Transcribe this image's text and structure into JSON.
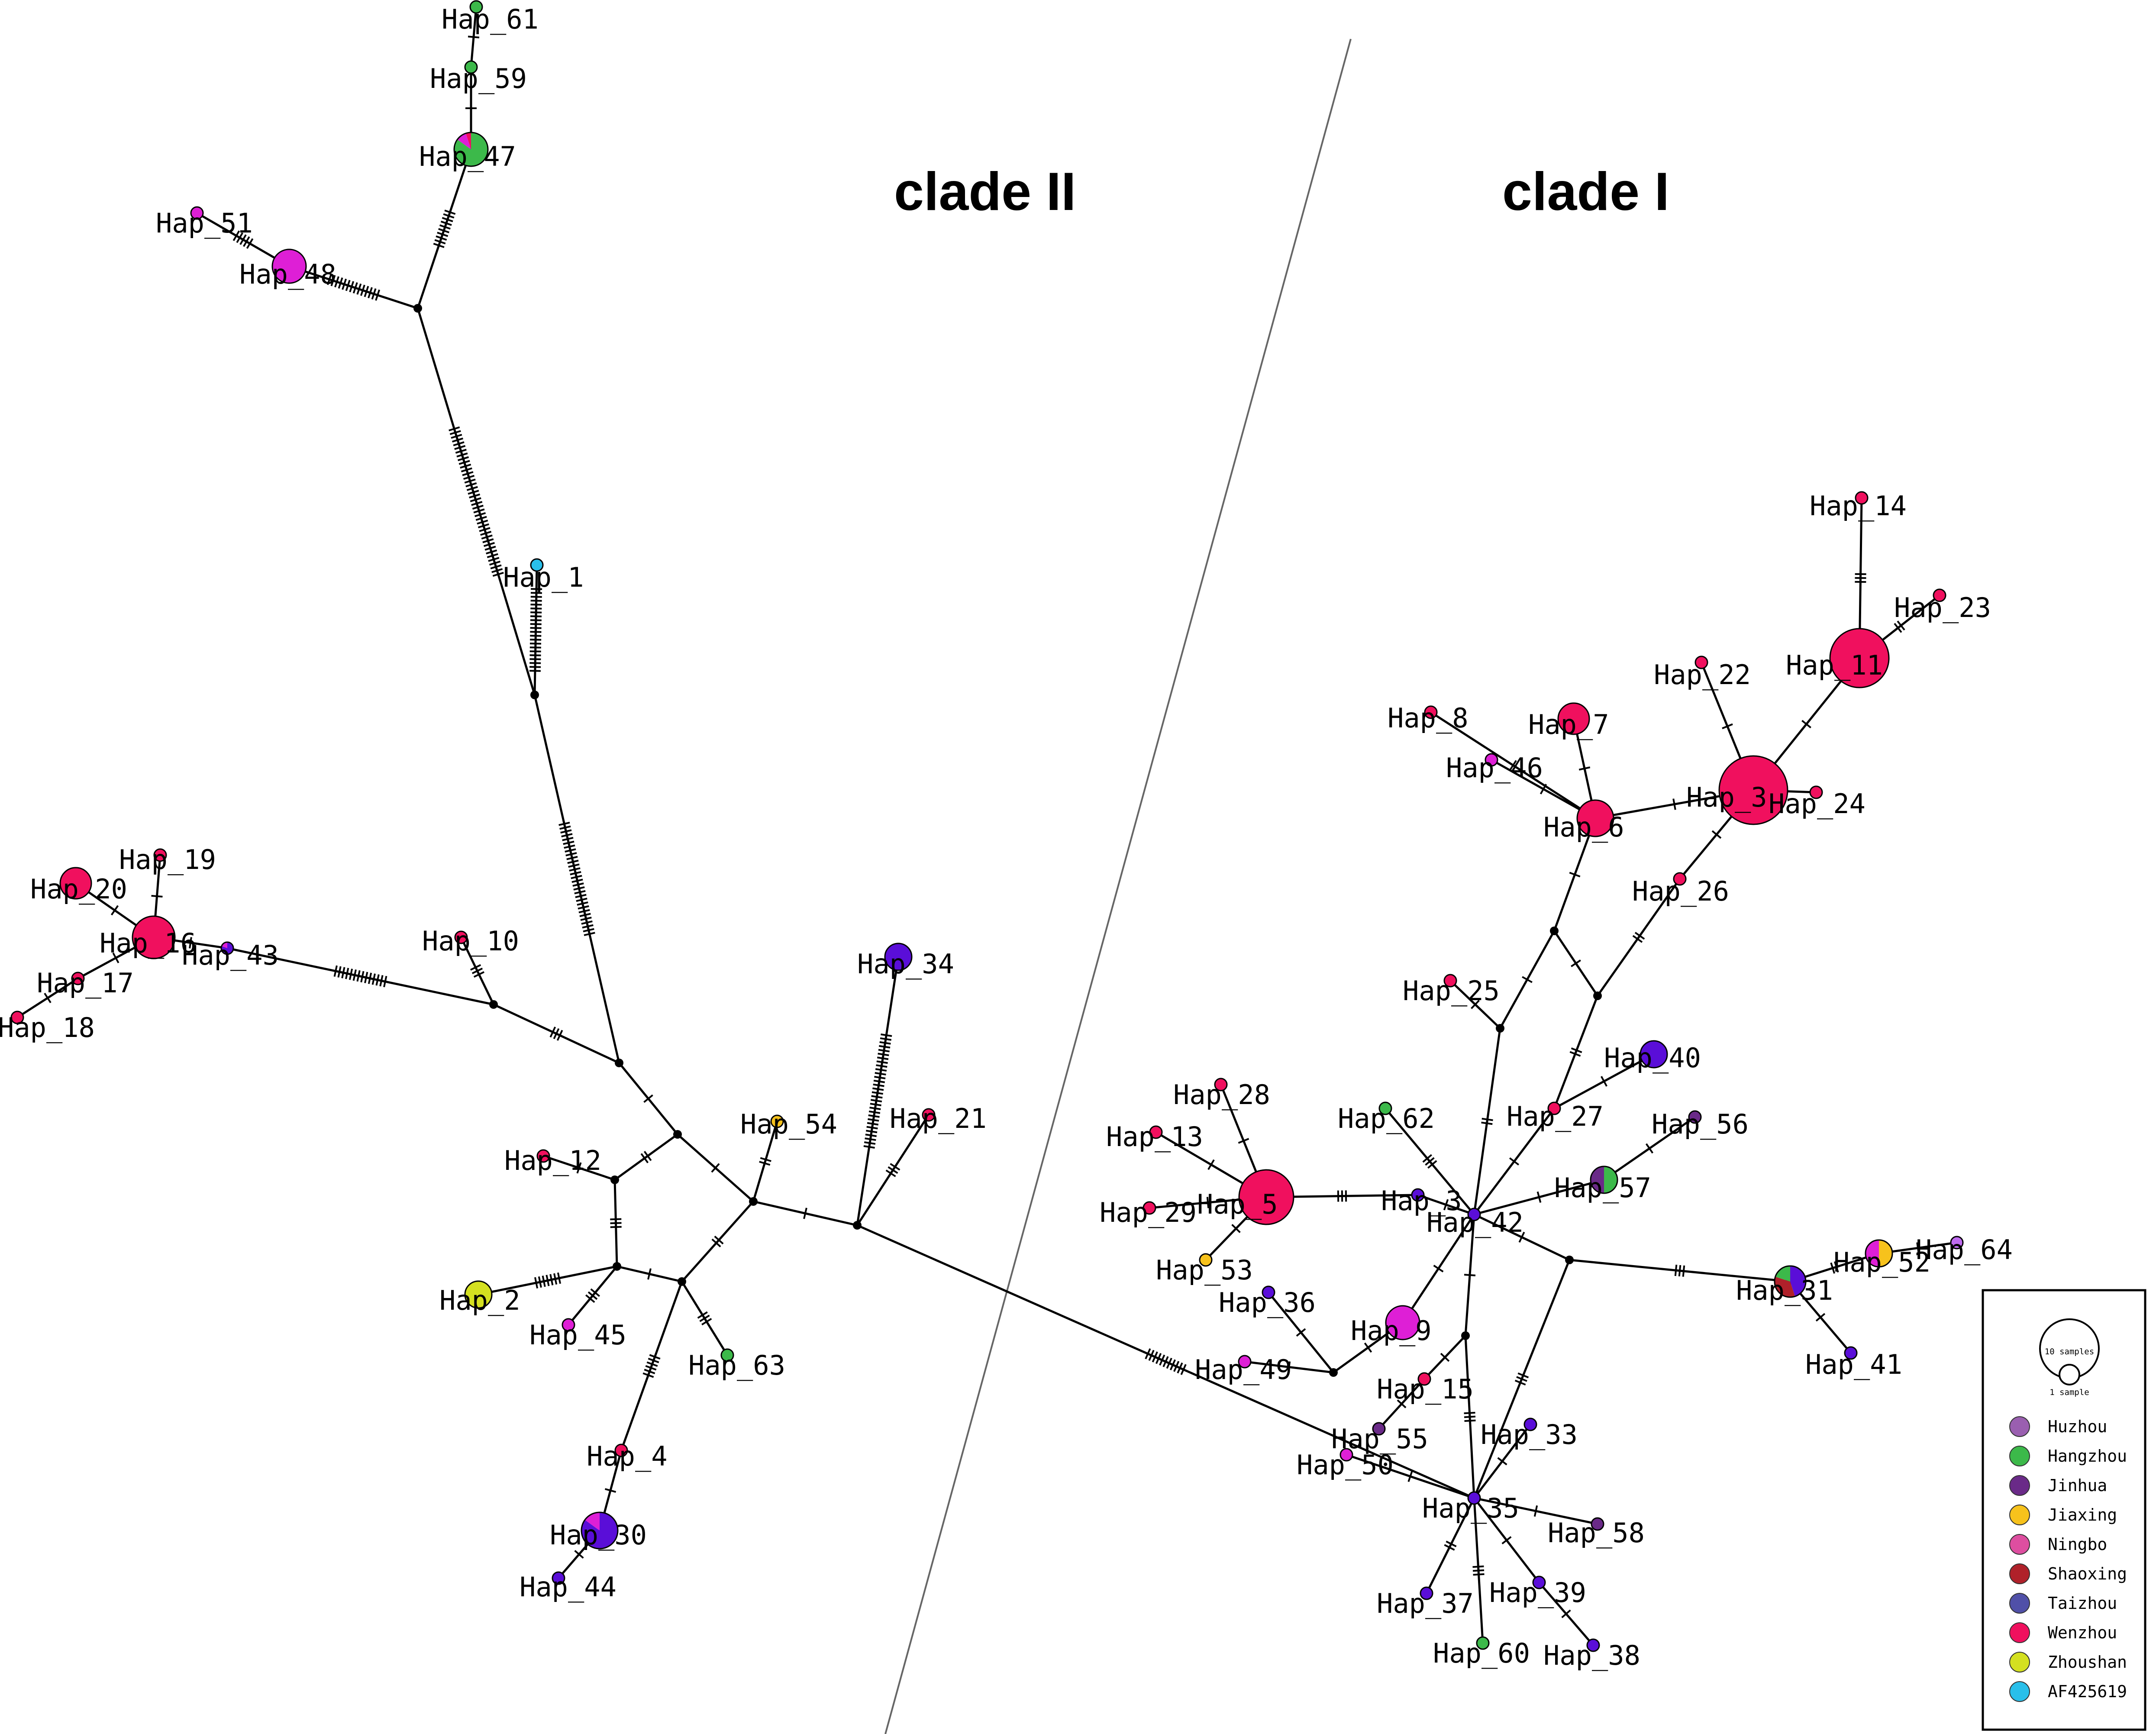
{
  "clade_labels": [
    "clade II",
    "clade I"
  ],
  "legend": {
    "size_labels": [
      "10 samples",
      "1 sample"
    ],
    "items": [
      {
        "label": "Huzhou",
        "color": "#9a5fb0"
      },
      {
        "label": "Hangzhou",
        "color": "#3cb94a"
      },
      {
        "label": "Jinhua",
        "color": "#6a2a88"
      },
      {
        "label": "Jiaxing",
        "color": "#f7c21c"
      },
      {
        "label": "Ningbo",
        "color": "#de4ea0"
      },
      {
        "label": "Shaoxing",
        "color": "#b0212a"
      },
      {
        "label": "Taizhou",
        "color": "#5050a8"
      },
      {
        "label": "Wenzhou",
        "color": "#f0105e"
      },
      {
        "label": "Zhoushan",
        "color": "#d4e020"
      },
      {
        "label": "AF425619",
        "color": "#29bfea"
      }
    ]
  },
  "haplotypes": [
    {
      "id": "Hap_61",
      "label": "Hap_61",
      "n": 1,
      "pie": [
        [
          "#3cb94a",
          1
        ]
      ]
    },
    {
      "id": "Hap_59",
      "label": "Hap_59",
      "n": 1,
      "pie": [
        [
          "#3cb94a",
          1
        ]
      ]
    },
    {
      "id": "Hap_47",
      "label": "Hap_47",
      "n": 4,
      "pie": [
        [
          "#3cb94a",
          0.85
        ],
        [
          "#de1fd6",
          0.1
        ],
        [
          "#f0105e",
          0.05
        ]
      ]
    },
    {
      "id": "Hap_51",
      "label": "Hap_51",
      "n": 1,
      "pie": [
        [
          "#de1fd6",
          1
        ]
      ]
    },
    {
      "id": "Hap_48",
      "label": "Hap_48",
      "n": 4,
      "pie": [
        [
          "#de1fd6",
          1
        ]
      ]
    },
    {
      "id": "Hap_1",
      "label": "Hap_1",
      "n": 1,
      "pie": [
        [
          "#29bfea",
          1
        ]
      ]
    },
    {
      "id": "Hap_20",
      "label": "Hap_20",
      "n": 3,
      "pie": [
        [
          "#f0105e",
          1
        ]
      ]
    },
    {
      "id": "Hap_19",
      "label": "Hap_19",
      "n": 1,
      "pie": [
        [
          "#f0105e",
          1
        ]
      ]
    },
    {
      "id": "Hap_16",
      "label": "Hap_16",
      "n": 8,
      "pie": [
        [
          "#f0105e",
          1
        ]
      ]
    },
    {
      "id": "Hap_43",
      "label": "Hap_43",
      "n": 1,
      "pie": [
        [
          "#5a0ed8",
          0.8
        ],
        [
          "#de1fd6",
          0.2
        ]
      ]
    },
    {
      "id": "Hap_17",
      "label": "Hap_17",
      "n": 1,
      "pie": [
        [
          "#f0105e",
          1
        ]
      ]
    },
    {
      "id": "Hap_18",
      "label": "Hap_18",
      "n": 1,
      "pie": [
        [
          "#f0105e",
          1
        ]
      ]
    },
    {
      "id": "Hap_10",
      "label": "Hap_10",
      "n": 1,
      "pie": [
        [
          "#f0105e",
          1
        ]
      ]
    },
    {
      "id": "Hap_34",
      "label": "Hap_34",
      "n": 2,
      "pie": [
        [
          "#5a0ed8",
          1
        ]
      ]
    },
    {
      "id": "Hap_54",
      "label": "Hap_54",
      "n": 1,
      "pie": [
        [
          "#f7c21c",
          1
        ]
      ]
    },
    {
      "id": "Hap_21",
      "label": "Hap_21",
      "n": 1,
      "pie": [
        [
          "#f0105e",
          1
        ]
      ]
    },
    {
      "id": "Hap_12",
      "label": "Hap_12",
      "n": 1,
      "pie": [
        [
          "#f0105e",
          1
        ]
      ]
    },
    {
      "id": "Hap_2",
      "label": "Hap_2",
      "n": 2,
      "pie": [
        [
          "#d4e020",
          1
        ]
      ]
    },
    {
      "id": "Hap_45",
      "label": "Hap_45",
      "n": 1,
      "pie": [
        [
          "#de1fd6",
          1
        ]
      ]
    },
    {
      "id": "Hap_63",
      "label": "Hap_63",
      "n": 1,
      "pie": [
        [
          "#3cb94a",
          1
        ]
      ]
    },
    {
      "id": "Hap_4",
      "label": "Hap_4",
      "n": 1,
      "pie": [
        [
          "#f0105e",
          1
        ]
      ]
    },
    {
      "id": "Hap_30",
      "label": "Hap_30",
      "n": 5,
      "pie": [
        [
          "#5a0ed8",
          0.85
        ],
        [
          "#de1fd6",
          0.15
        ]
      ]
    },
    {
      "id": "Hap_44",
      "label": "Hap_44",
      "n": 1,
      "pie": [
        [
          "#5a0ed8",
          1
        ]
      ]
    },
    {
      "id": "Hap_14",
      "label": "Hap_14",
      "n": 1,
      "pie": [
        [
          "#f0105e",
          1
        ]
      ]
    },
    {
      "id": "Hap_23",
      "label": "Hap_23",
      "n": 1,
      "pie": [
        [
          "#f0105e",
          1
        ]
      ]
    },
    {
      "id": "Hap_11",
      "label": "Hap_11",
      "n": 20,
      "pie": [
        [
          "#f0105e",
          1
        ]
      ]
    },
    {
      "id": "Hap_22",
      "label": "Hap_22",
      "n": 1,
      "pie": [
        [
          "#f0105e",
          1
        ]
      ]
    },
    {
      "id": "Hap_8",
      "label": "Hap_8",
      "n": 1,
      "pie": [
        [
          "#f0105e",
          1
        ]
      ]
    },
    {
      "id": "Hap_7",
      "label": "Hap_7",
      "n": 3,
      "pie": [
        [
          "#f0105e",
          1
        ]
      ]
    },
    {
      "id": "Hap_46",
      "label": "Hap_46",
      "n": 1,
      "pie": [
        [
          "#de1fd6",
          1
        ]
      ]
    },
    {
      "id": "Hap_3",
      "label": "Hap_3",
      "n": 30,
      "pie": [
        [
          "#f0105e",
          1
        ]
      ]
    },
    {
      "id": "Hap_24",
      "label": "Hap_24",
      "n": 1,
      "pie": [
        [
          "#f0105e",
          1
        ]
      ]
    },
    {
      "id": "Hap_6",
      "label": "Hap_6",
      "n": 5,
      "pie": [
        [
          "#f0105e",
          1
        ]
      ]
    },
    {
      "id": "Hap_26",
      "label": "Hap_26",
      "n": 1,
      "pie": [
        [
          "#f0105e",
          1
        ]
      ]
    },
    {
      "id": "Hap_25",
      "label": "Hap_25",
      "n": 1,
      "pie": [
        [
          "#f0105e",
          1
        ]
      ]
    },
    {
      "id": "Hap_40",
      "label": "Hap_40",
      "n": 2,
      "pie": [
        [
          "#5a0ed8",
          1
        ]
      ]
    },
    {
      "id": "Hap_28",
      "label": "Hap_28",
      "n": 1,
      "pie": [
        [
          "#f0105e",
          1
        ]
      ]
    },
    {
      "id": "Hap_62",
      "label": "Hap_62",
      "n": 1,
      "pie": [
        [
          "#3cb94a",
          1
        ]
      ]
    },
    {
      "id": "Hap_27",
      "label": "Hap_27",
      "n": 1,
      "pie": [
        [
          "#f0105e",
          1
        ]
      ]
    },
    {
      "id": "Hap_56",
      "label": "Hap_56",
      "n": 1,
      "pie": [
        [
          "#6a2a88",
          1
        ]
      ]
    },
    {
      "id": "Hap_13",
      "label": "Hap_13",
      "n": 1,
      "pie": [
        [
          "#f0105e",
          1
        ]
      ]
    },
    {
      "id": "Hap_5",
      "label": "Hap_5",
      "n": 16,
      "pie": [
        [
          "#f0105e",
          1
        ]
      ]
    },
    {
      "id": "Hap_57",
      "label": "Hap_57",
      "n": 2,
      "pie": [
        [
          "#3cb94a",
          0.5
        ],
        [
          "#6a2a88",
          0.5
        ]
      ]
    },
    {
      "id": "Hap_32",
      "label": "Hap_3",
      "n": 1,
      "pie": [
        [
          "#5a0ed8",
          1
        ]
      ]
    },
    {
      "id": "Hap_29",
      "label": "Hap_29",
      "n": 1,
      "pie": [
        [
          "#f0105e",
          1
        ]
      ]
    },
    {
      "id": "Hap_42",
      "label": "Hap_42",
      "n": 1,
      "pie": [
        [
          "#5a0ed8",
          1
        ]
      ]
    },
    {
      "id": "Hap_53",
      "label": "Hap_53",
      "n": 1,
      "pie": [
        [
          "#f7c21c",
          1
        ]
      ]
    },
    {
      "id": "Hap_31",
      "label": "Hap_31",
      "n": 3,
      "pie": [
        [
          "#5a0ed8",
          0.45
        ],
        [
          "#b0212a",
          0.35
        ],
        [
          "#3cb94a",
          0.2
        ]
      ]
    },
    {
      "id": "Hap_52",
      "label": "Hap_52",
      "n": 2,
      "pie": [
        [
          "#f7c21c",
          0.5
        ],
        [
          "#de1fd6",
          0.5
        ]
      ]
    },
    {
      "id": "Hap_64",
      "label": "Hap_64",
      "n": 1,
      "pie": [
        [
          "#c06cf0",
          1
        ]
      ]
    },
    {
      "id": "Hap_36",
      "label": "Hap_36",
      "n": 1,
      "pie": [
        [
          "#5a0ed8",
          1
        ]
      ]
    },
    {
      "id": "Hap_9",
      "label": "Hap_9",
      "n": 4,
      "pie": [
        [
          "#de1fd6",
          1
        ]
      ]
    },
    {
      "id": "Hap_41",
      "label": "Hap_41",
      "n": 1,
      "pie": [
        [
          "#5a0ed8",
          1
        ]
      ]
    },
    {
      "id": "Hap_49",
      "label": "Hap_49",
      "n": 1,
      "pie": [
        [
          "#de1fd6",
          1
        ]
      ]
    },
    {
      "id": "Hap_15",
      "label": "Hap_15",
      "n": 1,
      "pie": [
        [
          "#f0105e",
          1
        ]
      ]
    },
    {
      "id": "Hap_55",
      "label": "Hap_55",
      "n": 1,
      "pie": [
        [
          "#6a2a88",
          1
        ]
      ]
    },
    {
      "id": "Hap_33",
      "label": "Hap_33",
      "n": 1,
      "pie": [
        [
          "#5a0ed8",
          1
        ]
      ]
    },
    {
      "id": "Hap_50",
      "label": "Hap_50",
      "n": 1,
      "pie": [
        [
          "#de1fd6",
          1
        ]
      ]
    },
    {
      "id": "Hap_35",
      "label": "Hap_35",
      "n": 1,
      "pie": [
        [
          "#5a0ed8",
          1
        ]
      ]
    },
    {
      "id": "Hap_58",
      "label": "Hap_58",
      "n": 1,
      "pie": [
        [
          "#6a2a88",
          1
        ]
      ]
    },
    {
      "id": "Hap_37",
      "label": "Hap_37",
      "n": 1,
      "pie": [
        [
          "#5a0ed8",
          1
        ]
      ]
    },
    {
      "id": "Hap_39",
      "label": "Hap_39",
      "n": 1,
      "pie": [
        [
          "#5a0ed8",
          1
        ]
      ]
    },
    {
      "id": "Hap_60",
      "label": "Hap_60",
      "n": 1,
      "pie": [
        [
          "#3cb94a",
          1
        ]
      ]
    },
    {
      "id": "Hap_38",
      "label": "Hap_38",
      "n": 1,
      "pie": [
        [
          "#5a0ed8",
          1
        ]
      ]
    }
  ],
  "edges": [
    [
      "Hap_61",
      "Hap_59",
      1
    ],
    [
      "Hap_59",
      "Hap_47",
      1
    ],
    [
      "Hap_47",
      "mv1",
      10
    ],
    [
      "Hap_51",
      "Hap_48",
      5
    ],
    [
      "Hap_48",
      "mv1",
      14
    ],
    [
      "mv1",
      "mv2",
      40
    ],
    [
      "Hap_1",
      "mv2",
      22
    ],
    [
      "mv2",
      "mv3",
      30
    ],
    [
      "Hap_20",
      "Hap_16",
      1
    ],
    [
      "Hap_19",
      "Hap_16",
      1
    ],
    [
      "Hap_16",
      "Hap_43",
      1
    ],
    [
      "Hap_17",
      "Hap_16",
      1
    ],
    [
      "Hap_18",
      "Hap_17",
      1
    ],
    [
      "Hap_43",
      "mv4",
      14
    ],
    [
      "Hap_10",
      "mv4",
      3
    ],
    [
      "mv4",
      "mv3",
      3
    ],
    [
      "mv3",
      "mv5",
      1
    ],
    [
      "mv5",
      "mv6",
      2
    ],
    [
      "mv6",
      "Hap_12",
      1
    ],
    [
      "mv6",
      "mv7",
      3
    ],
    [
      "mv5",
      "mv8",
      1
    ],
    [
      "mv7",
      "Hap_2",
      7
    ],
    [
      "mv7",
      "Hap_45",
      3
    ],
    [
      "mv7",
      "mv9",
      1
    ],
    [
      "mv9",
      "mv8",
      2
    ],
    [
      "mv9",
      "Hap_63",
      3
    ],
    [
      "mv9",
      "Hap_4",
      6
    ],
    [
      "Hap_4",
      "Hap_30",
      1
    ],
    [
      "Hap_30",
      "Hap_44",
      1
    ],
    [
      "mv8",
      "Hap_54",
      2
    ],
    [
      "mv8",
      "mv10",
      1
    ],
    [
      "mv10",
      "Hap_21",
      3
    ],
    [
      "mv10",
      "Hap_34",
      30
    ],
    [
      "mv10",
      "Hap_35",
      11
    ],
    [
      "Hap_14",
      "Hap_11",
      3
    ],
    [
      "Hap_23",
      "Hap_11",
      2
    ],
    [
      "Hap_11",
      "Hap_3",
      1
    ],
    [
      "Hap_22",
      "Hap_3",
      1
    ],
    [
      "Hap_3",
      "Hap_24",
      1
    ],
    [
      "Hap_6",
      "Hap_3",
      1
    ],
    [
      "Hap_8",
      "Hap_6",
      1
    ],
    [
      "Hap_7",
      "Hap_6",
      1
    ],
    [
      "Hap_46",
      "Hap_6",
      1
    ],
    [
      "Hap_3",
      "Hap_26",
      1
    ],
    [
      "Hap_26",
      "mv12",
      2
    ],
    [
      "Hap_6",
      "mv11",
      1
    ],
    [
      "mv11",
      "mv12",
      1
    ],
    [
      "mv11",
      "mv13",
      1
    ],
    [
      "Hap_25",
      "mv13",
      1
    ],
    [
      "mv13",
      "Hap_42",
      2
    ],
    [
      "mv12",
      "Hap_27",
      2
    ],
    [
      "Hap_27",
      "Hap_40",
      1
    ],
    [
      "Hap_27",
      "Hap_42",
      1
    ],
    [
      "Hap_28",
      "Hap_5",
      1
    ],
    [
      "Hap_13",
      "Hap_5",
      1
    ],
    [
      "Hap_29",
      "Hap_5",
      1
    ],
    [
      "Hap_5",
      "Hap_53",
      1
    ],
    [
      "Hap_5",
      "Hap_32",
      3
    ],
    [
      "Hap_32",
      "Hap_42",
      1
    ],
    [
      "Hap_62",
      "Hap_42",
      3
    ],
    [
      "Hap_42",
      "Hap_57",
      1
    ],
    [
      "Hap_57",
      "Hap_56",
      1
    ],
    [
      "Hap_42",
      "mv15",
      1
    ],
    [
      "mv15",
      "Hap_31",
      3
    ],
    [
      "Hap_31",
      "Hap_52",
      2
    ],
    [
      "Hap_52",
      "Hap_64",
      1
    ],
    [
      "Hap_31",
      "Hap_41",
      1
    ],
    [
      "mv15",
      "Hap_35",
      3
    ],
    [
      "Hap_42",
      "Hap_9",
      1
    ],
    [
      "Hap_9",
      "mv14",
      1
    ],
    [
      "Hap_36",
      "mv14",
      1
    ],
    [
      "Hap_49",
      "mv14",
      1
    ],
    [
      "Hap_42",
      "mv16",
      1
    ],
    [
      "mv16",
      "Hap_15",
      1
    ],
    [
      "Hap_15",
      "Hap_55",
      1
    ],
    [
      "mv16",
      "Hap_35",
      3
    ],
    [
      "Hap_50",
      "Hap_35",
      1
    ],
    [
      "Hap_33",
      "Hap_35",
      1
    ],
    [
      "Hap_35",
      "Hap_58",
      1
    ],
    [
      "Hap_35",
      "Hap_37",
      2
    ],
    [
      "Hap_35",
      "Hap_39",
      1
    ],
    [
      "Hap_35",
      "Hap_60",
      3
    ],
    [
      "Hap_39",
      "Hap_38",
      1
    ]
  ]
}
